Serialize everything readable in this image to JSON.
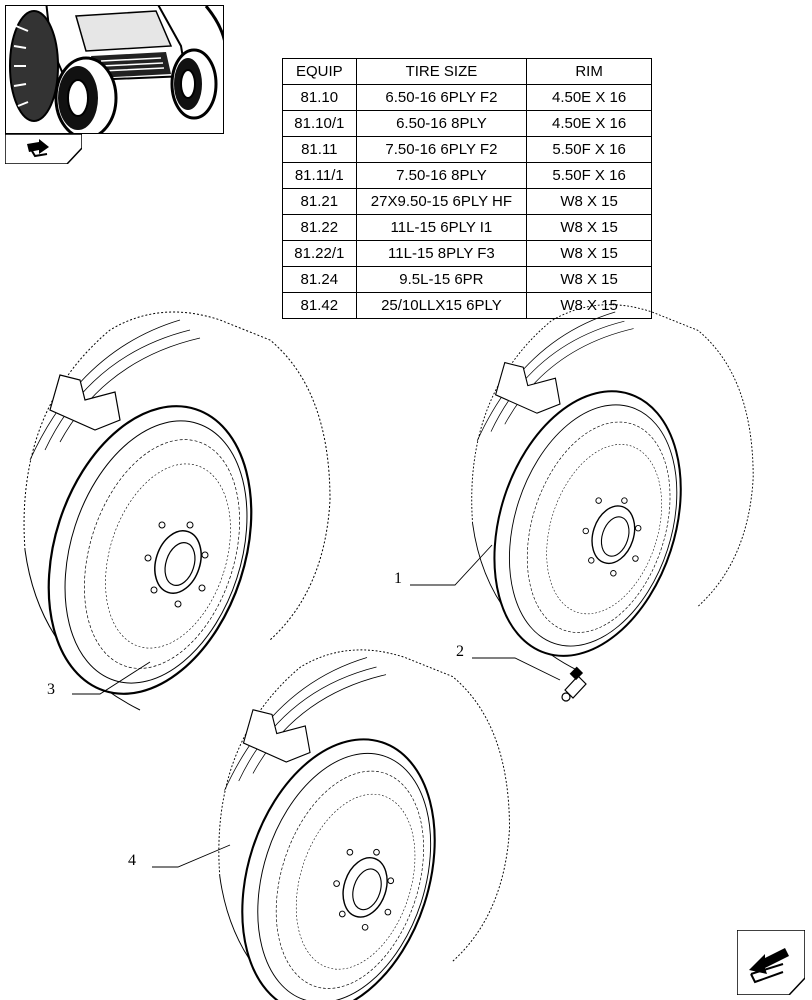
{
  "thumbnail": {
    "icon": "tractor-thumbnail"
  },
  "nav_icons": {
    "top": "folder-arrow-icon",
    "bottom": "next-page-arrow-icon"
  },
  "table": {
    "headers": [
      "EQUIP",
      "TIRE SIZE",
      "RIM"
    ],
    "rows": [
      [
        "81.10",
        "6.50-16 6PLY F2",
        "4.50E X 16"
      ],
      [
        "81.10/1",
        "6.50-16  8PLY",
        "4.50E X 16"
      ],
      [
        "81.11",
        "7.50-16  6PLY F2",
        "5.50F X 16"
      ],
      [
        "81.11/1",
        "7.50-16 8PLY",
        "5.50F X 16"
      ],
      [
        "81.21",
        "27X9.50-15 6PLY HF",
        "W8 X 15"
      ],
      [
        "81.22",
        "11L-15 6PLY I1",
        "W8 X 15"
      ],
      [
        "81.22/1",
        "11L-15 8PLY F3",
        "W8 X 15"
      ],
      [
        "81.24",
        "9.5L-15 6PR",
        "W8 X 15"
      ],
      [
        "81.42",
        "25/10LLX15 6PLY",
        "W8 X 15"
      ]
    ]
  },
  "callouts": [
    "1",
    "2",
    "3",
    "4"
  ]
}
